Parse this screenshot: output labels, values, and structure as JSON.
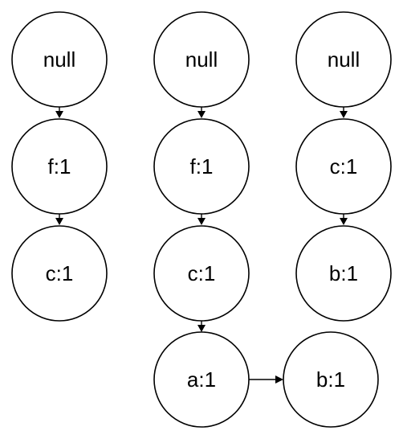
{
  "nodes": {
    "col1_row1": "null",
    "col1_row2": "f:1",
    "col1_row3": "c:1",
    "col2_row1": "null",
    "col2_row2": "f:1",
    "col2_row3": "c:1",
    "col2_row4": "a:1",
    "col2_side": "b:1",
    "col3_row1": "null",
    "col3_row2": "c:1",
    "col3_row3": "b:1"
  }
}
